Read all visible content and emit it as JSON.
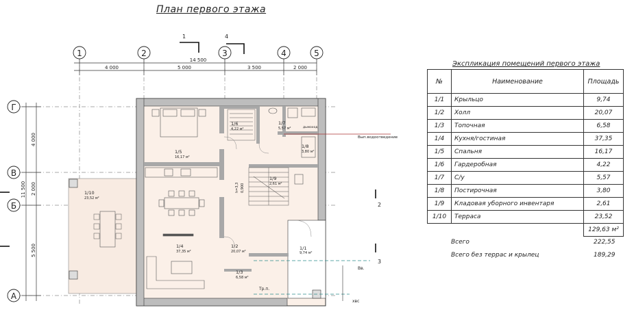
{
  "plan": {
    "title": "План первого этажа",
    "axes_top": [
      "1",
      "2",
      "3",
      "4",
      "5"
    ],
    "axes_left": [
      "Г",
      "В",
      "Б",
      "А"
    ],
    "dims_top": [
      "4 000",
      "5 000",
      "3 500",
      "2 000"
    ],
    "dim_total_top": "14 500",
    "dims_left": [
      "4 000",
      "2 000",
      "5 500"
    ],
    "dim_total_left": "11 500",
    "section_marks": [
      "1",
      "4",
      "2",
      "3"
    ],
    "notes": {
      "sewer": "Вып.водоотведение",
      "water": "Вв.",
      "cold_water": "хвс",
      "pipe": "Тр.п.",
      "stair": "h=3,3",
      "stair_len": "0,900",
      "duct": "дымоход"
    },
    "rooms": [
      {
        "id": "1/1",
        "area": "9,74 м²"
      },
      {
        "id": "1/2",
        "area": "20,07 м²"
      },
      {
        "id": "1/3",
        "area": "6,58 м²"
      },
      {
        "id": "1/4",
        "area": "37,35 м²"
      },
      {
        "id": "1/5",
        "area": "16,17 м²"
      },
      {
        "id": "1/6",
        "area": "4,22 м²"
      },
      {
        "id": "1/7",
        "area": "5,57 м²"
      },
      {
        "id": "1/8",
        "area": "3,80 м²"
      },
      {
        "id": "1/9",
        "area": "2,61 м²"
      },
      {
        "id": "1/10",
        "area": "23,52 м²"
      }
    ]
  },
  "explication": {
    "title": "Экспликация помещений первого этажа",
    "headers": [
      "№",
      "Наименование",
      "Площадь"
    ],
    "rows": [
      {
        "no": "1/1",
        "name": "Крыльцо",
        "area": "9,74"
      },
      {
        "no": "1/2",
        "name": "Холл",
        "area": "20,07"
      },
      {
        "no": "1/3",
        "name": "Топочная",
        "area": "6,58"
      },
      {
        "no": "1/4",
        "name": "Кухня/гостиная",
        "area": "37,35"
      },
      {
        "no": "1/5",
        "name": "Спальня",
        "area": "16,17"
      },
      {
        "no": "1/6",
        "name": "Гардеробная",
        "area": "4,22"
      },
      {
        "no": "1/7",
        "name": "С/у",
        "area": "5,57"
      },
      {
        "no": "1/8",
        "name": "Постирочная",
        "area": "3,80"
      },
      {
        "no": "1/9",
        "name": "Кладовая уборного инвентаря",
        "area": "2,61"
      },
      {
        "no": "1/10",
        "name": "Терраса",
        "area": "23,52"
      }
    ],
    "sum_rooms": "129,63 м²",
    "total_label": "Всего",
    "total_value": "222,55",
    "total_no_terr_label": "Всего без террас и крылец",
    "total_no_terr_value": "189,29"
  }
}
